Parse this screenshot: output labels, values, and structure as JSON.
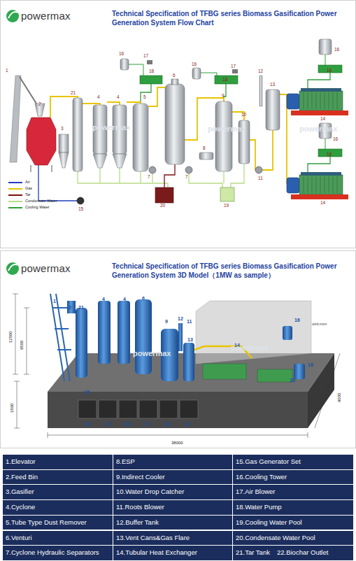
{
  "diagram": {
    "title": "Technical Specification of TFBG series Biomass Gasification Power Generation System Flow Chart",
    "nodes": [
      {
        "text": [
          "1.Elevator"
        ]
      },
      {
        "text": [
          "8.ESP"
        ]
      },
      {
        "text": [
          "15.Gas Generator Set"
        ]
      },
      {
        "text": [
          "2.Feed Bin"
        ]
      },
      {
        "text": [
          "9.Indirect Cooler"
        ]
      },
      {
        "text": [
          "16.Cooling Tower"
        ]
      },
      {
        "text": [
          "3.Gasifier"
        ]
      },
      {
        "text": [
          "10.Water Drop Catcher"
        ]
      },
      {
        "text": [
          "17.Air Blower"
        ]
      },
      {
        "text": [
          "4.Cyclone"
        ]
      },
      {
        "text": [
          "11.Roots Blower"
        ]
      },
      {
        "text": [
          "18.Water Pump"
        ]
      },
      {
        "text": [
          "5.Tube Type Dust Remover"
        ]
      },
      {
        "text": [
          "12.Buffer Tank"
        ]
      },
      {
        "text": [
          "19.Cooling Water Pool"
        ]
      },
      {
        "text": [
          "6.Venturi"
        ]
      },
      {
        "text": [
          "13.Vent Cans&Gas Flare"
        ]
      },
      {
        "text": [
          "20.Condensate Water Pool"
        ]
      },
      {
        "text": [
          "7.Cyclone Hydraulic Separators"
        ]
      },
      {
        "text": [
          "14.Tubular Heat Exchanger"
        ]
      },
      {
        "text": [
          "21.Tar Tank",
          "22.Biochar Outlet"
        ]
      }
    ],
    "labels": [
      "powermax",
      "1",
      "2",
      "3",
      "21",
      "4",
      "4",
      "5",
      "6",
      "16",
      "17",
      "18",
      "16",
      "17",
      "18",
      "12",
      "13",
      "9",
      "10",
      "8",
      "7",
      "7",
      "11",
      "20",
      "19",
      "15",
      "16",
      "18",
      "14",
      "16",
      "18",
      "14",
      "powermax",
      "powermax",
      "powermax",
      "powermax",
      "Technical Specification of TFBG series Biomass Gasification Power Generation System 3D Model（1MW as sample）",
      "1",
      "2",
      "21",
      "4",
      "4",
      "6",
      "9",
      "12",
      "11",
      "13",
      "14",
      "16",
      "16",
      "18",
      "15",
      "18",
      "19",
      "20",
      "17",
      "18",
      "19",
      "12500",
      "9500",
      "1890",
      "38000",
      "9000",
      "uint:mm",
      "powermax",
      "powermax"
    ],
    "legend": [
      {
        "text": "Air",
        "color": "#1f3fbf"
      },
      {
        "text": "Gas",
        "color": "#e8c400"
      },
      {
        "text": "Tar",
        "color": "#7a1010"
      },
      {
        "text": "Condensate Water",
        "color": "#b7dc86"
      },
      {
        "text": "Cooling Water",
        "color": "#2e9e3e"
      }
    ]
  }
}
